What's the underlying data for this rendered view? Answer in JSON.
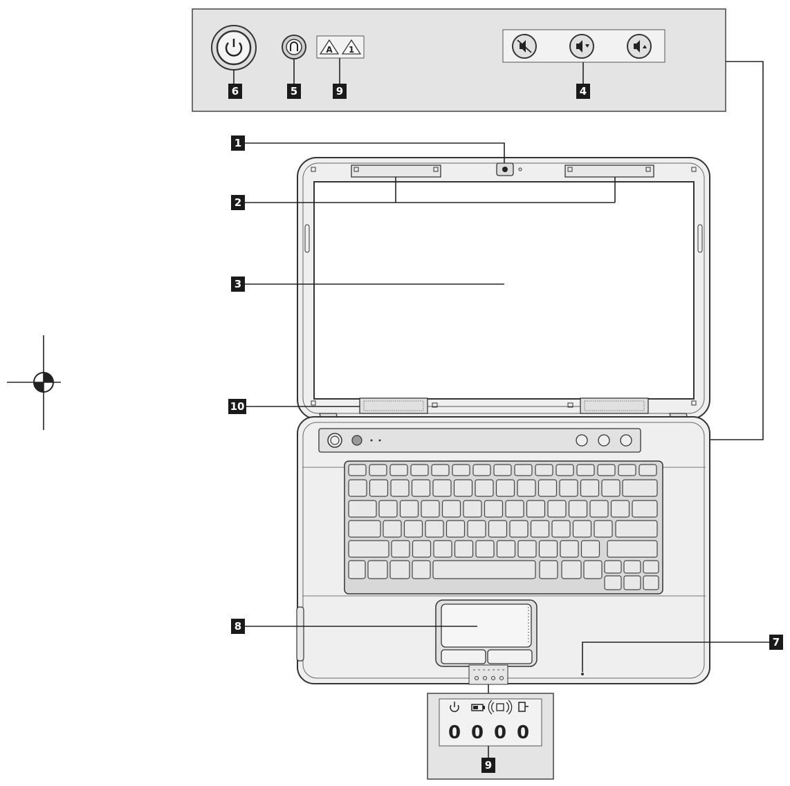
{
  "callouts": {
    "c1": "1",
    "c2": "2",
    "c3": "3",
    "c4": "4",
    "c5": "5",
    "c6": "6",
    "c7": "7",
    "c8": "8",
    "c9_top": "9",
    "c9_bottom": "9",
    "c10": "10"
  },
  "status_indicators": {
    "digits": [
      "0",
      "0",
      "0",
      "0"
    ],
    "icons": [
      "power-icon",
      "battery-icon",
      "wireless-icon",
      "hdd-icon"
    ]
  },
  "top_panel_icons": [
    "power-button-icon",
    "novo-button-icon",
    "caps-lock-indicator-icon",
    "num-lock-indicator-icon",
    "mute-icon",
    "volume-down-icon",
    "volume-up-icon"
  ],
  "colors": {
    "panel_gray": "#e4e4e4",
    "badge": "#1a1a1a",
    "line": "#222222"
  }
}
